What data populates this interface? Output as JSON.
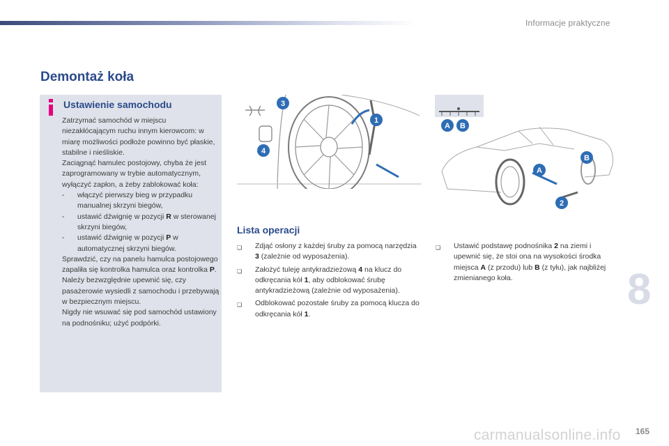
{
  "header": {
    "section": "Informacje praktyczne"
  },
  "page_title": "Demontaż koła",
  "info_box": {
    "title": "Ustawienie samochodu",
    "p1": "Zatrzymać samochód w miejscu niezakłócającym ruchu innym kierowcom: w miarę możliwości podłoże powinno być płaskie, stabilne i nieśliskie.",
    "p2": "Zaciągnąć hamulec postojowy, chyba że jest zaprogramowany w trybie automatycznym, wyłączyć zapłon, a żeby zablokować koła:",
    "dash1": "włączyć pierwszy bieg w przypadku manualnej skrzyni biegów,",
    "dash2_pre": "ustawić dźwignię w pozycji ",
    "dash2_bold": "R",
    "dash2_post": " w sterowanej skrzyni biegów,",
    "dash3_pre": "ustawić dźwignię w pozycji ",
    "dash3_bold": "P",
    "dash3_post": " w automatycznej skrzyni biegów.",
    "p3_pre": "Sprawdzić, czy na panelu hamulca postojowego zapaliła się kontrolka hamulca oraz kontrolka ",
    "p3_bold": "P",
    "p3_post": ".",
    "p4": "Należy bezwzględnie upewnić się, czy pasażerowie wysiedli z samochodu i przebywają w bezpiecznym miejscu.",
    "p5": "Nigdy nie wsuwać się pod samochód ustawiony na podnośniku; użyć podpórki."
  },
  "diagram_labels": {
    "n1": "1",
    "n2": "2",
    "n3": "3",
    "n4": "4",
    "a": "A",
    "b": "B"
  },
  "operations": {
    "title": "Lista operacji",
    "items": [
      {
        "pre": "Zdjąć osłony z każdej śruby za pomocą narzędzia ",
        "bold": "3",
        "post": " (zależnie od wyposażenia)."
      },
      {
        "pre": "Założyć tuleję antykradzieżową ",
        "bold": "4",
        "post": " na klucz do odkręcania kół ",
        "bold2": "1",
        "post2": ", aby odblokować śrubę antykradzieżową (zależnie od wyposażenia)."
      },
      {
        "pre": "Odblokować pozostałe śruby za pomocą klucza do odkręcania kół ",
        "bold": "1",
        "post": "."
      }
    ],
    "items2": [
      {
        "pre": "Ustawić podstawę podnośnika ",
        "bold": "2",
        "mid": " na ziemi i upewnić się, że stoi ona na wysokości środka miejsca ",
        "bold2": "A",
        "mid2": " (z przodu) lub ",
        "bold3": "B",
        "post": " (z tyłu), jak najbliżej zmienianego koła."
      }
    ]
  },
  "chapter": "8",
  "page_number": "165",
  "watermark": "carmanualsonline.info",
  "colors": {
    "title_blue": "#2b4a8b",
    "callout_blue": "#2e6db4",
    "box_bg": "#dfe2ea"
  }
}
